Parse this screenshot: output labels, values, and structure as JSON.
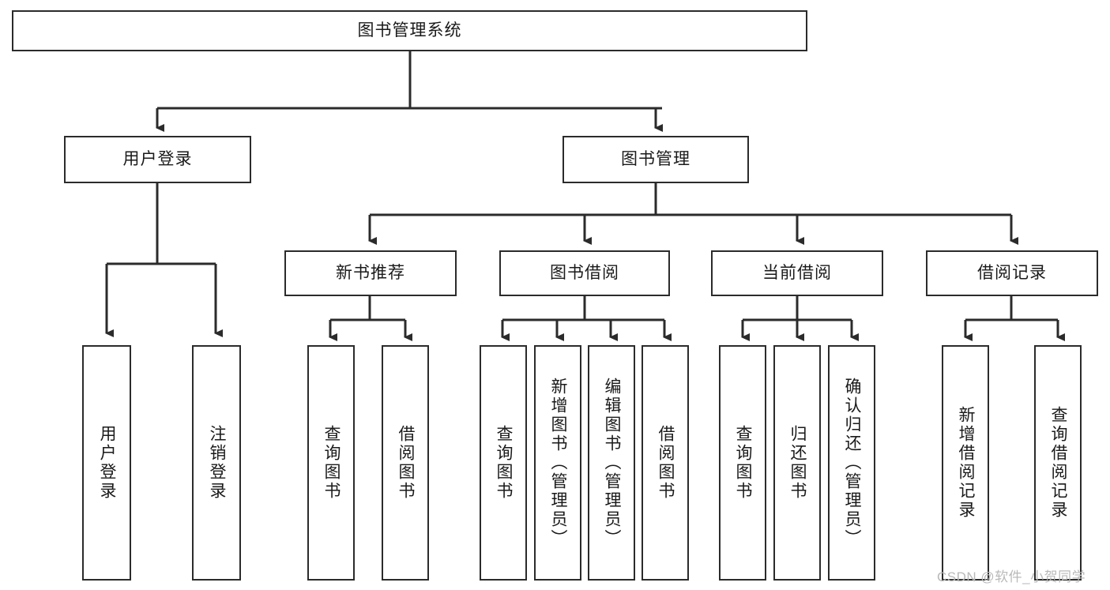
{
  "diagram": {
    "type": "tree-hierarchy",
    "title": "图书管理系统",
    "watermark": "CSDN @软件_小贺同学",
    "colors": {
      "box_border": "#2b2b2b",
      "box_fill": "#ffffff",
      "connector": "#2b2b2b",
      "text": "#1a1a1a",
      "watermark": "#b9b9b9",
      "background": "#ffffff"
    },
    "root": {
      "label": "图书管理系统"
    },
    "level2": [
      {
        "label": "用户登录"
      },
      {
        "label": "图书管理"
      }
    ],
    "level3": [
      {
        "label": "新书推荐"
      },
      {
        "label": "图书借阅"
      },
      {
        "label": "当前借阅"
      },
      {
        "label": "借阅记录"
      }
    ],
    "leaves": {
      "user_login": [
        {
          "label": "用户登录"
        },
        {
          "label": "注销登录"
        }
      ],
      "new_book_recommend": [
        {
          "label": "查询图书"
        },
        {
          "label": "借阅图书"
        }
      ],
      "book_borrow": [
        {
          "label": "查询图书"
        },
        {
          "label": "新增图书（管理员）"
        },
        {
          "label": "编辑图书（管理员）"
        },
        {
          "label": "借阅图书"
        }
      ],
      "current_borrow": [
        {
          "label": "查询图书"
        },
        {
          "label": "归还图书"
        },
        {
          "label": "确认归还（管理员）"
        }
      ],
      "borrow_record": [
        {
          "label": "新增借阅记录"
        },
        {
          "label": "查询借阅记录"
        }
      ]
    }
  }
}
